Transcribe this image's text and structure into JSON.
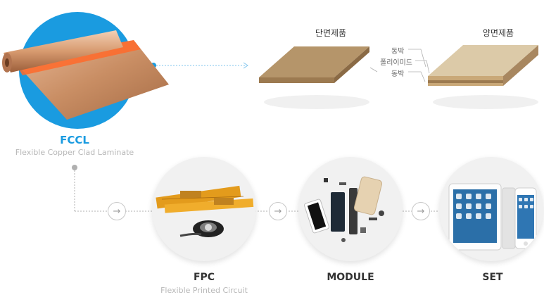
{
  "fccl": {
    "title": "FCCL",
    "subtitle": "Flexible Copper Clad Laminate"
  },
  "single_sided": {
    "title": "단면제품"
  },
  "double_sided": {
    "title": "양면제품"
  },
  "layers": {
    "top": "동박",
    "middle": "폴리이미드",
    "bottom": "동박"
  },
  "fpc": {
    "title": "FPC",
    "subtitle": "Flexible Printed Circuit"
  },
  "module": {
    "title": "MODULE"
  },
  "set": {
    "title": "SET"
  },
  "arrow_glyph": "→",
  "colors": {
    "accent": "#1a9be0",
    "copper": "#c98e64",
    "board": "#b5956a",
    "light_board": "#dccaa8"
  }
}
